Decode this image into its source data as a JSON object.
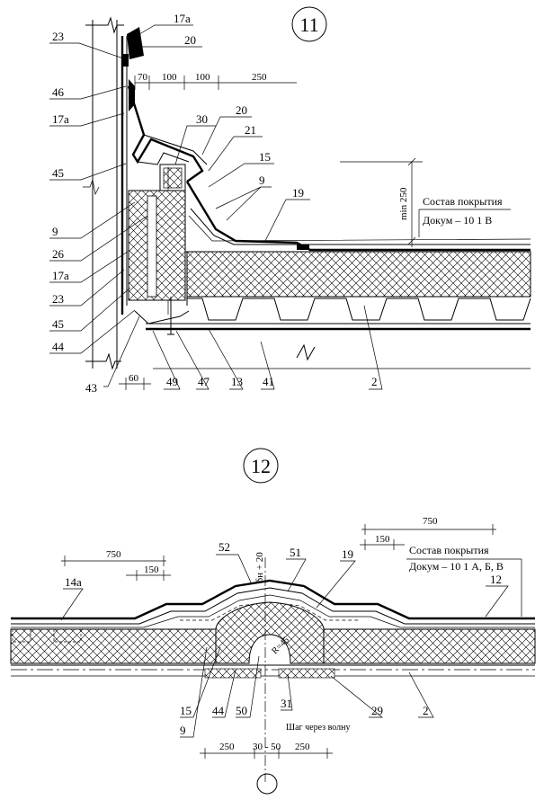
{
  "detail_11": {
    "number": "11",
    "labels_left": [
      "23",
      "46",
      "17а",
      "45",
      "9",
      "26",
      "17а",
      "23",
      "45",
      "44",
      "43"
    ],
    "labels_top": [
      "17а",
      "20",
      "30",
      "20",
      "21",
      "15",
      "9",
      "19"
    ],
    "labels_bottom": [
      "49",
      "47",
      "13",
      "41",
      "2"
    ],
    "dims_top": [
      "70",
      "100",
      "100",
      "250"
    ],
    "dim_bottom": "60",
    "dim_height": "min 250",
    "note_title": "Состав покрытия",
    "note_ref": "Докум – 10 1 В"
  },
  "detail_12": {
    "number": "12",
    "labels_top": [
      "52",
      "51",
      "19",
      "14а",
      "12"
    ],
    "labels_bottom": [
      "15",
      "44",
      "50",
      "31",
      "29",
      "2",
      "9"
    ],
    "dim_left_750": "750",
    "dim_left_150": "150",
    "dim_right_750": "750",
    "dim_right_150": "150",
    "dim_peak": "δн + 20",
    "dim_radius": "R=45",
    "dims_bottom": [
      "250",
      "30 - 50",
      "250"
    ],
    "pitch_note": "Шаг через волну",
    "note_title": "Состав покрытия",
    "note_ref": "Докум – 10 1 А, Б, В"
  }
}
